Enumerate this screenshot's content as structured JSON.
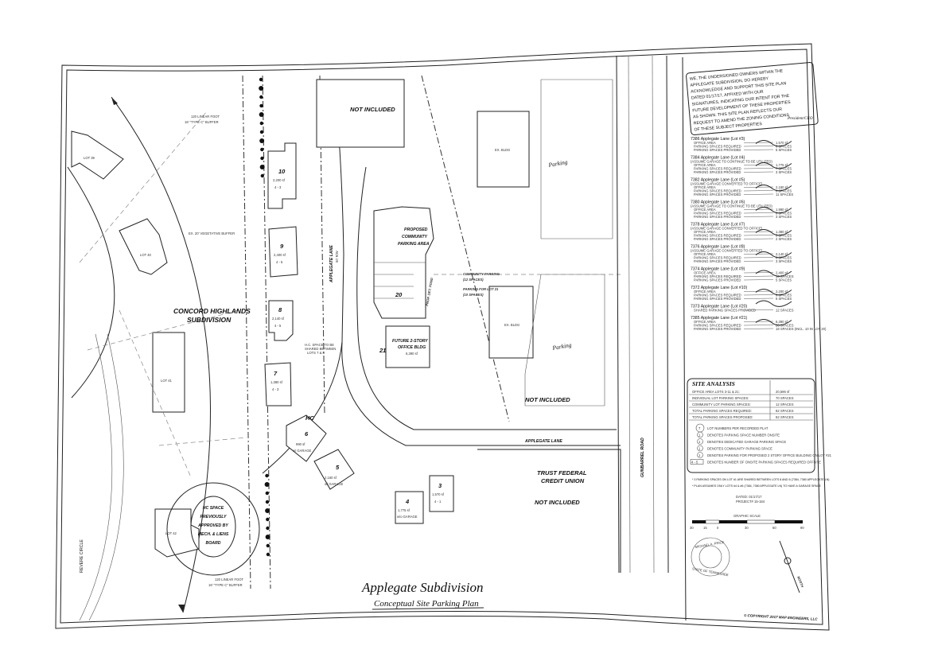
{
  "title": {
    "main": "Applegate Subdivision",
    "sub": "Conceptual Site Parking Plan"
  },
  "copyright": "© COPYRIGHT 2017 MAP ENGINEERS, LLC",
  "map": {
    "lots_adjacent": [
      "LOT 39",
      "LOT 40",
      "LOT 41",
      "LOT 42"
    ],
    "revere_circle": "REVERE CIRCLE",
    "concord": [
      "CONCORD HIGHLANDS",
      "SUBDIVISION"
    ],
    "buffer_top": [
      "120 LINEAR FOOT",
      "16' \"TYPE C\" BUFFER"
    ],
    "buffer_bottom": [
      "120 LINEAR FOOT",
      "16' \"TYPE C\" BUFFER"
    ],
    "veg_buffer": "EX. 20' VEGETATIVE BUFFER",
    "hc_space": [
      "HC SPACE",
      "PREVIOUSLY",
      "APPROVED BY",
      "MECH. & LIENS",
      "BOARD"
    ],
    "hc_shared": [
      "H.C. SPACE TO BE",
      "SHARED BETWEEN",
      "LOTS 7 & 8"
    ],
    "hc_label": "HC",
    "applegate_lane_v": "APPLEGATE LANE",
    "applegate_lane_row": "50' R/W",
    "applegate_lane_h": "APPLEGATE LANE",
    "gunbarrel_road": "GUNBARREL ROAD",
    "not_included": [
      "NOT INCLUDED",
      "NOT INCLUDED",
      "NOT INCLUDED"
    ],
    "proposed_parking": [
      "PROPOSED",
      "COMMUNITY",
      "PARKING AREA"
    ],
    "prop_det_pond": "PROP. DET. POND",
    "future_office": [
      "FUTURE 2-STORY",
      "OFFICE BLDG",
      "6,390 sf"
    ],
    "community_parking": [
      "COMMUNITY PARKING",
      "(12 SPACES)"
    ],
    "parking_lot21": [
      "PARKING FOR LOT 21",
      "(10 SPACES)"
    ],
    "ex_bldg": [
      "EX. BLDG",
      "EX. BLDG"
    ],
    "parking": [
      "Parking",
      "Parking"
    ],
    "trust_federal": [
      "TRUST FEDERAL",
      "CREDIT UNION"
    ],
    "lots": [
      {
        "num": "10",
        "area": "2,200 sf",
        "tag": "4 - 3"
      },
      {
        "num": "9",
        "area": "2,400 sf",
        "tag": "4 - 5"
      },
      {
        "num": "8",
        "area": "2,140 sf",
        "tag": "4 - 5"
      },
      {
        "num": "7",
        "area": "1,380 sf",
        "tag": "4 - 3"
      },
      {
        "num": "6",
        "area": "990 sf",
        "tag": "w/ GARAGE"
      },
      {
        "num": "5",
        "area": "2,160 sf",
        "tag": "w/ GARAGE"
      },
      {
        "num": "4",
        "area": "1,775 sf",
        "tag": "w/o GARAGE"
      },
      {
        "num": "3",
        "area": "1,570 sf",
        "tag": "4 - 1"
      },
      {
        "num": "20"
      },
      {
        "num": "21"
      }
    ]
  },
  "statement": [
    "WE, THE UNDERSIGNED OWNERS WITHIN THE",
    "APPLEGATE SUBDIVISION, DO HEREBY",
    "ACKNOWLEDGE AND SUPPORT THIS SITE PLAN",
    "DATED 01/17/17, AFFIXED WITH OUR",
    "SIGNATURES, INDICATING OUR INTENT FOR THE",
    "FUTURE DEVELOPMENT OF THESE PROPERTIES",
    "AS SHOWN. THIS SITE PLAN REFLECTS OUR",
    "REQUEST TO AMEND THE ZONING CONDITIONS",
    "OF THESE SUBJECT PROPERTIES"
  ],
  "signature_title": "President/CEO",
  "owners": [
    {
      "address": "7386 Applegate Lane (Lot #3)",
      "note": "",
      "rows": [
        [
          "OFFICE AREA",
          "1,570 sf"
        ],
        [
          "PARKING SPACES REQUIRED",
          "6 SPACES"
        ],
        [
          "PARKING SPACES PROVIDED",
          "5 SPACES"
        ]
      ]
    },
    {
      "address": "7384 Applegate Lane (Lot #4)",
      "note": "(ASSUME GARAGE TO CONTINUE TO BE UTILIZED)",
      "rows": [
        [
          "OFFICE AREA",
          "1,775 sf"
        ],
        [
          "PARKING SPACES REQUIRED",
          "7 SPACES"
        ],
        [
          "PARKING SPACES PROVIDED",
          "3 SPACES"
        ]
      ]
    },
    {
      "address": "7382 Applegate Lane (Lot #5)",
      "note": "(ASSUME GARAGE CONVERTED TO OFFICE)",
      "rows": [
        [
          "OFFICE AREA",
          "2,160 sf"
        ],
        [
          "PARKING SPACES REQUIRED",
          "8 SPACES"
        ],
        [
          "PARKING SPACES PROVIDED",
          "11 SPACES"
        ]
      ]
    },
    {
      "address": "7380 Applegate Lane (Lot #6)",
      "note": "(ASSUME GARAGE TO CONTINUE TO BE UTILIZED)",
      "rows": [
        [
          "OFFICE AREA",
          "1,990 sf"
        ],
        [
          "PARKING SPACES REQUIRED",
          "8 SPACES"
        ],
        [
          "PARKING SPACES PROVIDED",
          "3 SPACES"
        ]
      ]
    },
    {
      "address": "7378 Applegate Lane (Lot #7)",
      "note": "(ASSUME GARAGE CONVERTED TO OFFICE)",
      "rows": [
        [
          "OFFICE AREA",
          "1,380 sf"
        ],
        [
          "PARKING SPACES REQUIRED",
          "5 SPACES"
        ],
        [
          "PARKING SPACES PROVIDED",
          "2 SPACES"
        ]
      ]
    },
    {
      "address": "7376 Applegate Lane (Lot #8)",
      "note": "(ASSUME GARAGE CONVERTED TO OFFICE)",
      "rows": [
        [
          "OFFICE AREA",
          "2,140 sf"
        ],
        [
          "PARKING SPACES REQUIRED",
          "8 SPACES"
        ],
        [
          "PARKING SPACES PROVIDED",
          "3 SPACES"
        ]
      ]
    },
    {
      "address": "7374 Applegate Lane (Lot #9)",
      "note": "",
      "rows": [
        [
          "OFFICE AREA",
          "2,400 sf"
        ],
        [
          "PARKING SPACES REQUIRED",
          "10 SPACES"
        ],
        [
          "PARKING SPACES PROVIDED",
          "5 SPACES"
        ]
      ]
    },
    {
      "address": "7372 Applegate Lane (Lot #10)",
      "note": "",
      "rows": [
        [
          "OFFICE AREA",
          "2,200 sf"
        ],
        [
          "PARKING SPACES REQUIRED",
          "9 SPACES"
        ],
        [
          "PARKING SPACES PROVIDED",
          "6 SPACES"
        ]
      ]
    },
    {
      "address": "7373 Applegate Lane (Lot #20)",
      "note": "",
      "rows": [
        [
          "SHARED PARKING SPACES PROVIDED",
          "12 SPACES"
        ]
      ]
    },
    {
      "address": "7385 Applegate Lane (Lot #21)",
      "note": "",
      "rows": [
        [
          "OFFICE AREA",
          "6,390 sf"
        ],
        [
          "PARKING SPACES REQUIRED",
          "20 SPACES"
        ],
        [
          "PARKING SPACES PROVIDED",
          "18 SPACES (INCL. 10 IN LOT 20)"
        ]
      ]
    }
  ],
  "site_analysis": {
    "title": "SITE ANALYSIS",
    "rows": [
      [
        "OFFICE AREA LOTS 3-11 & 21:",
        "20,596 sf"
      ],
      [
        "INDIVIDUAL LOT PARKING SPACES:",
        "70 SPACES"
      ],
      [
        "COMMUNITY LOT PARKING SPACES:",
        "12 SPACES"
      ],
      [
        "TOTAL PARKING SPACES REQUIRED:",
        "82 SPACES"
      ],
      [
        "TOTAL PARKING SPACES PROPOSED:",
        "82 SPACES"
      ]
    ],
    "legend": [
      {
        "symbol": "7",
        "text": "LOT NUMBERS PER RECORDED PLAT"
      },
      {
        "symbol": "1",
        "text": "DENOTES PARKING SPACE NUMBER ONSITE"
      },
      {
        "symbol": "1",
        "text": "DENOTES DEDICATED GARAGE PARKING SPACE"
      },
      {
        "symbol": "1",
        "text": "DENOTES COMMUNITY PARKING SPACE"
      },
      {
        "symbol": "1",
        "text": "DENOTES PARKING FOR PROPOSED 2 STORY OFFICE BUILDING ON LOT #21"
      },
      {
        "symbol": "4 - 5",
        "text": "DENOTES NUMBER OF ONSITE PARKING SPACES REQUIRED OFFSITE"
      }
    ],
    "notes": [
      "* 3 PARKING SPACES ON LOT #1 ARE SHARED BETWEEN LOTS 8 AND 6 (7384, 7380 APPLEGATE LN)",
      "* PLAN ASSUMES ONLY LOTS #4 & #6 (7384, 7380 APPLEGATE LN) TO HAVE A GARAGE SPACE"
    ],
    "dated": "DATED: 01/17/17",
    "project": "PROJECT# 15-184"
  },
  "scale": {
    "label": "GRAPHIC SCALE",
    "ticks": [
      "30",
      "15",
      "0",
      "30",
      "60",
      "90"
    ]
  },
  "seal": {
    "name": "MICHAEL A. PRICE",
    "state": "STATE OF TENNESSEE"
  },
  "north": "NORTH"
}
